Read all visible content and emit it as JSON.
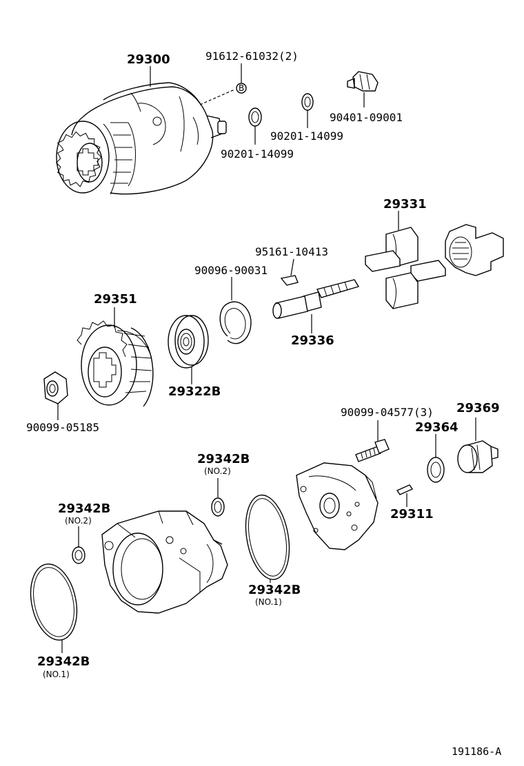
{
  "callouts": {
    "c29300": "29300",
    "c91612": "91612-61032(2)",
    "c90201a": "90201-14099",
    "c90201b": "90201-14099",
    "c90401": "90401-09001",
    "c29331": "29331",
    "c95161": "95161-10413",
    "c90096": "90096-90031",
    "c29336": "29336",
    "c29351": "29351",
    "c29322": "29322B",
    "c90099a": "90099-05185",
    "c90099b": "90099-04577(3)",
    "c29369": "29369",
    "c29364": "29364",
    "c29311": "29311",
    "c29342a": "29342B",
    "c29342a_note": "(NO.2)",
    "c29342b": "29342B",
    "c29342b_note": "(NO.2)",
    "c29342c": "29342B",
    "c29342c_note": "(NO.1)",
    "c29342d": "29342B",
    "c29342d_note": "(NO.1)"
  },
  "bolt_marker": "B",
  "reference": "191186-A"
}
